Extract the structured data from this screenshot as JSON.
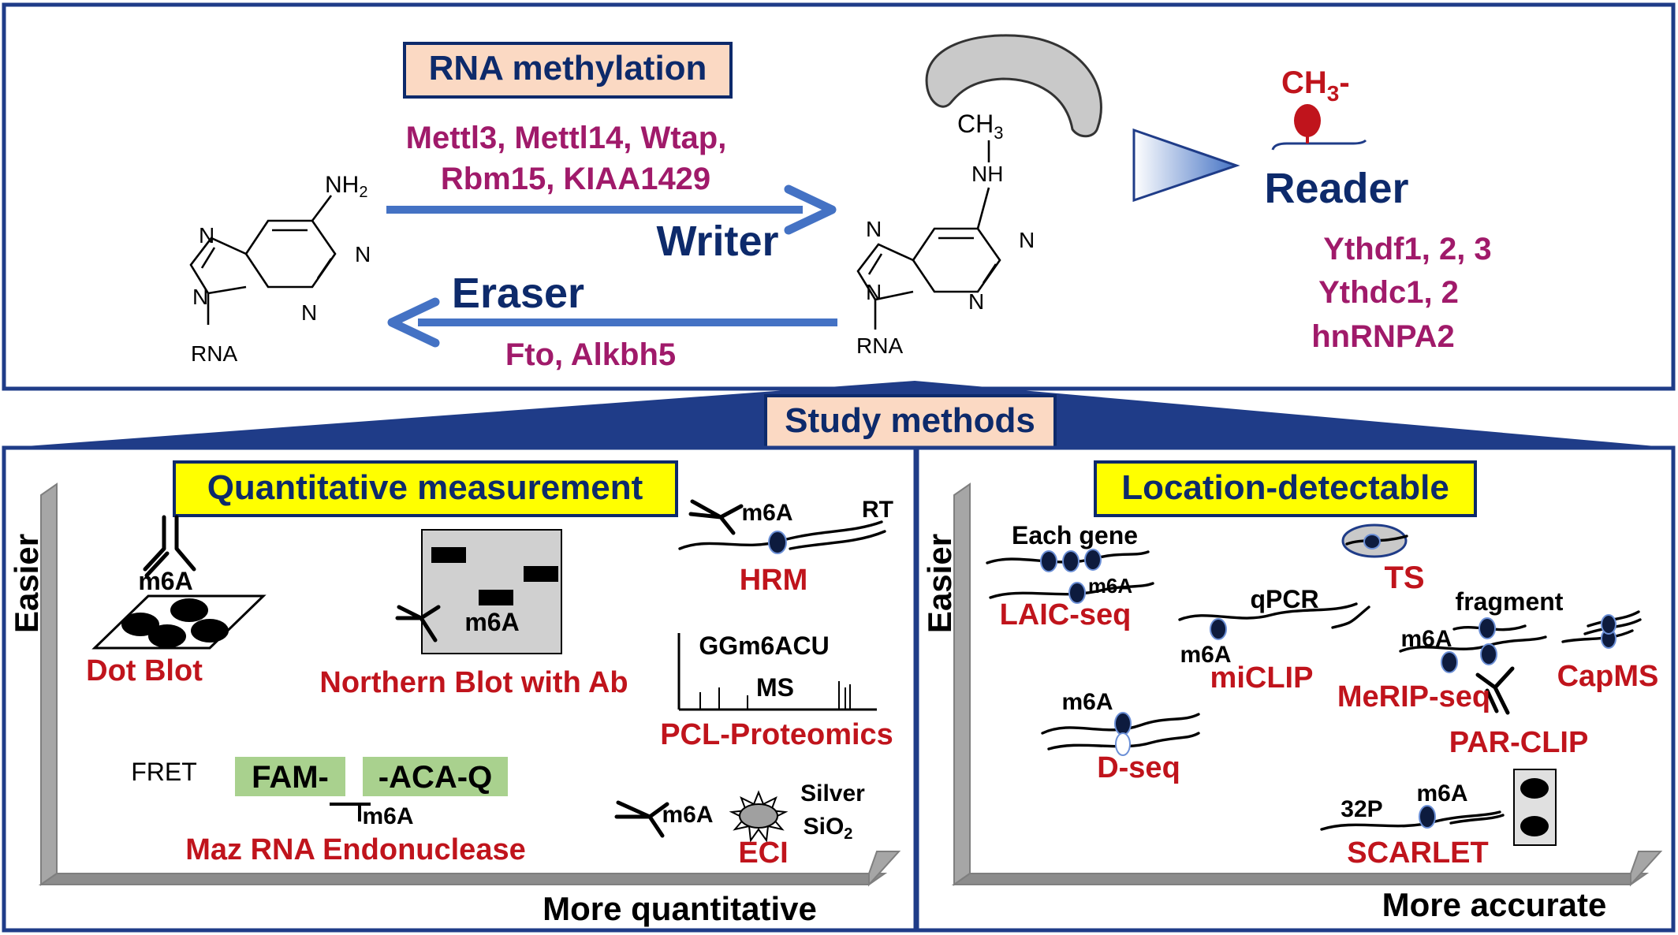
{
  "top": {
    "title": "RNA methylation",
    "writer_enzymes_line1": "Mettl3, Mettl14, Wtap,",
    "writer_enzymes_line2": "Rbm15, KIAA1429",
    "writer_label": "Writer",
    "eraser_label": "Eraser",
    "eraser_enzymes": "Fto, Alkbh5",
    "adenosine": {
      "amine": "NH",
      "amine_sub": "2",
      "n": "N",
      "rna": "RNA"
    },
    "methyl_adenosine": {
      "methyl": "CH",
      "methyl_sub": "3",
      "nh": "NH",
      "n": "N",
      "rna": "RNA"
    },
    "reader_label": "Reader",
    "reader_methyl": "CH",
    "reader_methyl_sub": "3",
    "reader_methyl_suffix": "-",
    "reader_proteins": [
      "Ythdf1, 2, 3",
      "Ythdc1, 2",
      "hnRNPA2"
    ]
  },
  "study_methods": "Study methods",
  "quantitative": {
    "title": "Quantitative measurement",
    "y_axis": "Easier",
    "x_axis": "More quantitative",
    "methods": {
      "dot_blot": {
        "name": "Dot Blot",
        "mark": "m6A"
      },
      "northern": {
        "name": "Northern Blot with Ab",
        "mark": "m6A"
      },
      "hrm": {
        "name": "HRM",
        "mark": "m6A",
        "rt": "RT"
      },
      "pcl": {
        "name": "PCL-Proteomics",
        "seq": "GGm6ACU",
        "ms": "MS"
      },
      "maz": {
        "name": "Maz RNA Endonuclease",
        "fret": "FRET",
        "fam": "FAM-",
        "acaq": "-ACA-Q",
        "mark": "m6A"
      },
      "eci": {
        "name": "ECI",
        "mark": "m6A",
        "silver": "Silver",
        "sio": "SiO",
        "sio_sub": "2"
      }
    }
  },
  "location": {
    "title": "Location-detectable",
    "y_axis": "Easier",
    "x_axis": "More accurate",
    "methods": {
      "laic": {
        "name": "LAIC-seq",
        "each_gene": "Each gene",
        "mark": "m6A"
      },
      "ts": {
        "name": "TS"
      },
      "miclip": {
        "name": "miCLIP",
        "qpcr": "qPCR",
        "mark": "m6A"
      },
      "merip": {
        "name": "MeRIP-seq",
        "fragment": "fragment",
        "mark": "m6A"
      },
      "capms": {
        "name": "CapMS"
      },
      "dseq": {
        "name": "D-seq",
        "mark": "m6A"
      },
      "parclip": {
        "name": "PAR-CLIP"
      },
      "scarlet": {
        "name": "SCARLET",
        "p32": "32P",
        "mark": "m6A"
      }
    }
  },
  "colors": {
    "navy": "#0d2a6b",
    "purple": "#a01a6a",
    "red": "#c0141c",
    "arrow_blue": "#4472c4",
    "peach": "#fbd9c3",
    "yellow": "#ffff00",
    "green": "#a9d18e"
  }
}
